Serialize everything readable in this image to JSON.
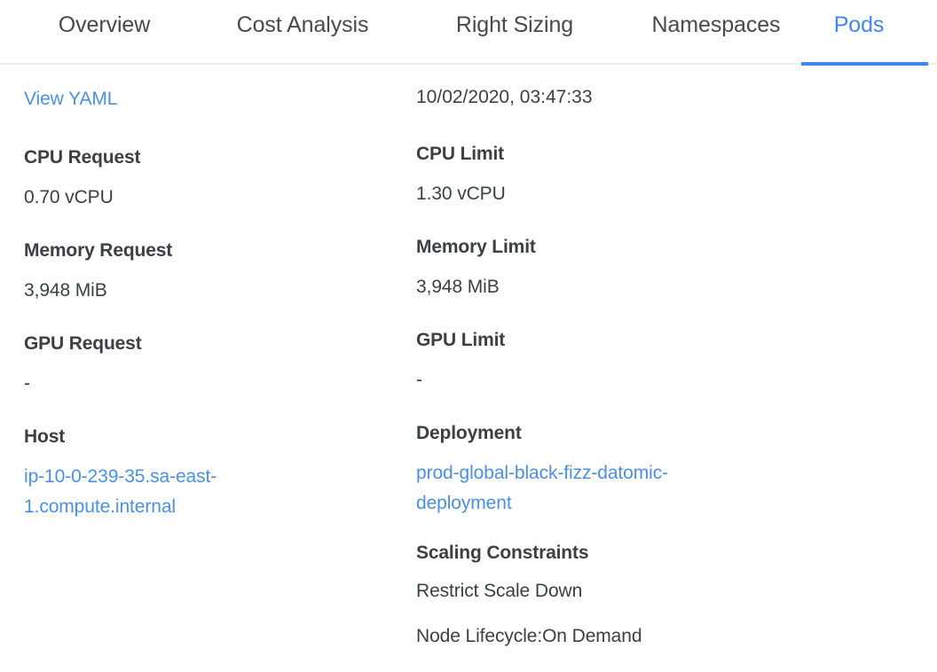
{
  "tabs": [
    {
      "label": "Overview",
      "active": false,
      "name": "tab-overview"
    },
    {
      "label": "Cost Analysis",
      "active": false,
      "name": "tab-cost-analysis"
    },
    {
      "label": "Right Sizing",
      "active": false,
      "name": "tab-right-sizing"
    },
    {
      "label": "Namespaces",
      "active": false,
      "name": "tab-namespaces"
    },
    {
      "label": "Pods",
      "active": true,
      "name": "tab-pods"
    }
  ],
  "colors": {
    "accent": "#4285f4",
    "link": "#4a90e8",
    "text": "#3c4043",
    "tab_inactive": "#48494a",
    "divider": "#eeeeee",
    "background": "#ffffff"
  },
  "left_column": {
    "view_yaml_link": "View YAML",
    "cpu_request_label": "CPU Request",
    "cpu_request_value": "0.70 vCPU",
    "memory_request_label": "Memory Request",
    "memory_request_value": "3,948 MiB",
    "gpu_request_label": "GPU Request",
    "gpu_request_value": "-",
    "host_label": "Host",
    "host_value": "ip-10-0-239-35.sa-east-1.compute.internal"
  },
  "right_column": {
    "timestamp": "10/02/2020, 03:47:33",
    "cpu_limit_label": "CPU Limit",
    "cpu_limit_value": "1.30 vCPU",
    "memory_limit_label": "Memory Limit",
    "memory_limit_value": "3,948 MiB",
    "gpu_limit_label": "GPU Limit",
    "gpu_limit_value": "-",
    "deployment_label": "Deployment",
    "deployment_value": "prod-global-black-fizz-datomic-deployment",
    "scaling_constraints_label": "Scaling Constraints",
    "constraints": [
      "Restrict Scale Down",
      "Node Lifecycle:On Demand"
    ]
  }
}
